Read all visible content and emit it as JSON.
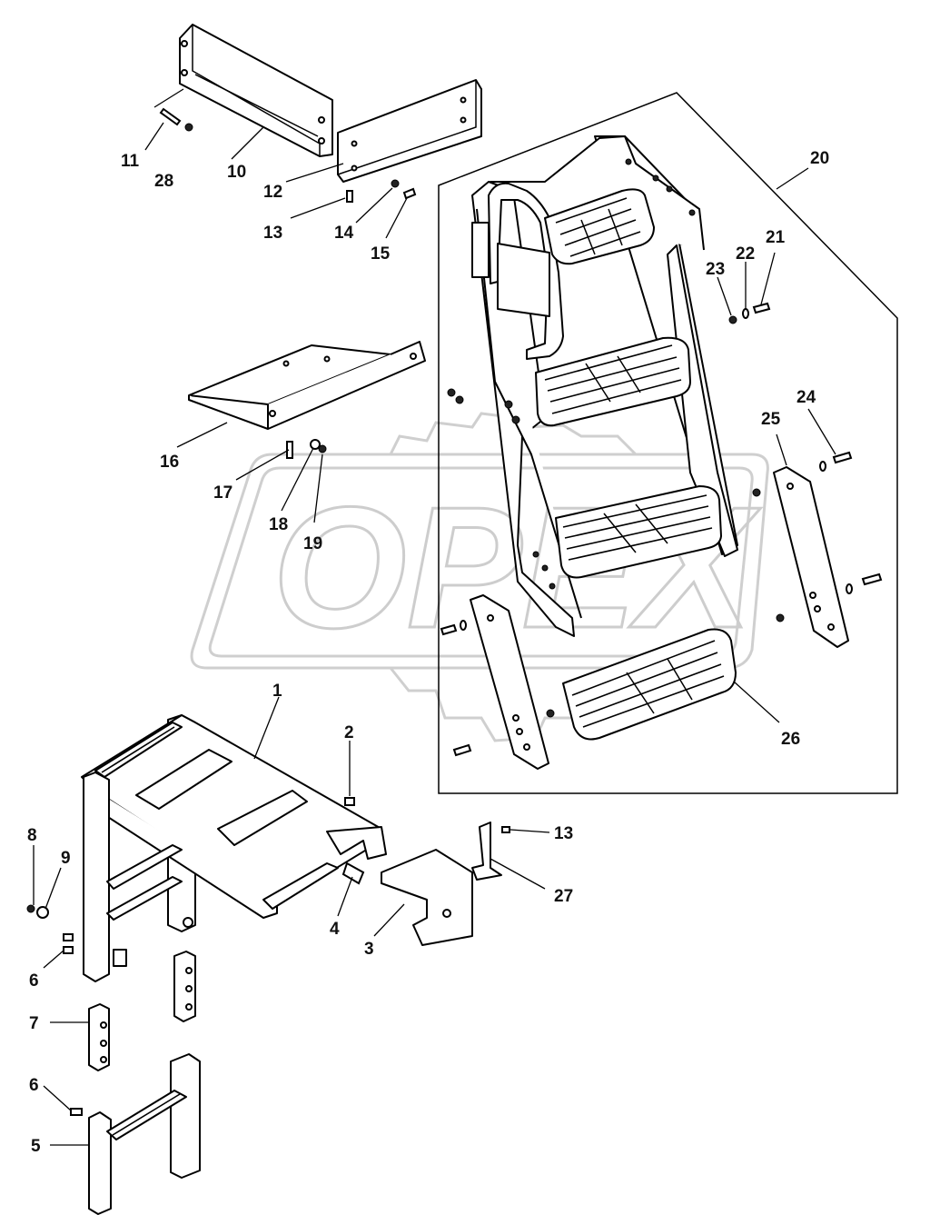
{
  "watermark": {
    "text": "OPEX"
  },
  "callouts": [
    {
      "id": "c1",
      "text": "1"
    },
    {
      "id": "c2",
      "text": "2"
    },
    {
      "id": "c3",
      "text": "3"
    },
    {
      "id": "c4",
      "text": "4"
    },
    {
      "id": "c5",
      "text": "5"
    },
    {
      "id": "c6a",
      "text": "6"
    },
    {
      "id": "c6b",
      "text": "6"
    },
    {
      "id": "c7",
      "text": "7"
    },
    {
      "id": "c8",
      "text": "8"
    },
    {
      "id": "c9",
      "text": "9"
    },
    {
      "id": "c10",
      "text": "10"
    },
    {
      "id": "c11",
      "text": "11"
    },
    {
      "id": "c12",
      "text": "12"
    },
    {
      "id": "c13a",
      "text": "13"
    },
    {
      "id": "c13b",
      "text": "13"
    },
    {
      "id": "c14",
      "text": "14"
    },
    {
      "id": "c15",
      "text": "15"
    },
    {
      "id": "c16",
      "text": "16"
    },
    {
      "id": "c17",
      "text": "17"
    },
    {
      "id": "c18",
      "text": "18"
    },
    {
      "id": "c19",
      "text": "19"
    },
    {
      "id": "c20",
      "text": "20"
    },
    {
      "id": "c21",
      "text": "21"
    },
    {
      "id": "c22",
      "text": "22"
    },
    {
      "id": "c23",
      "text": "23"
    },
    {
      "id": "c24",
      "text": "24"
    },
    {
      "id": "c25",
      "text": "25"
    },
    {
      "id": "c26",
      "text": "26"
    },
    {
      "id": "c27",
      "text": "27"
    },
    {
      "id": "c28",
      "text": "28"
    }
  ]
}
